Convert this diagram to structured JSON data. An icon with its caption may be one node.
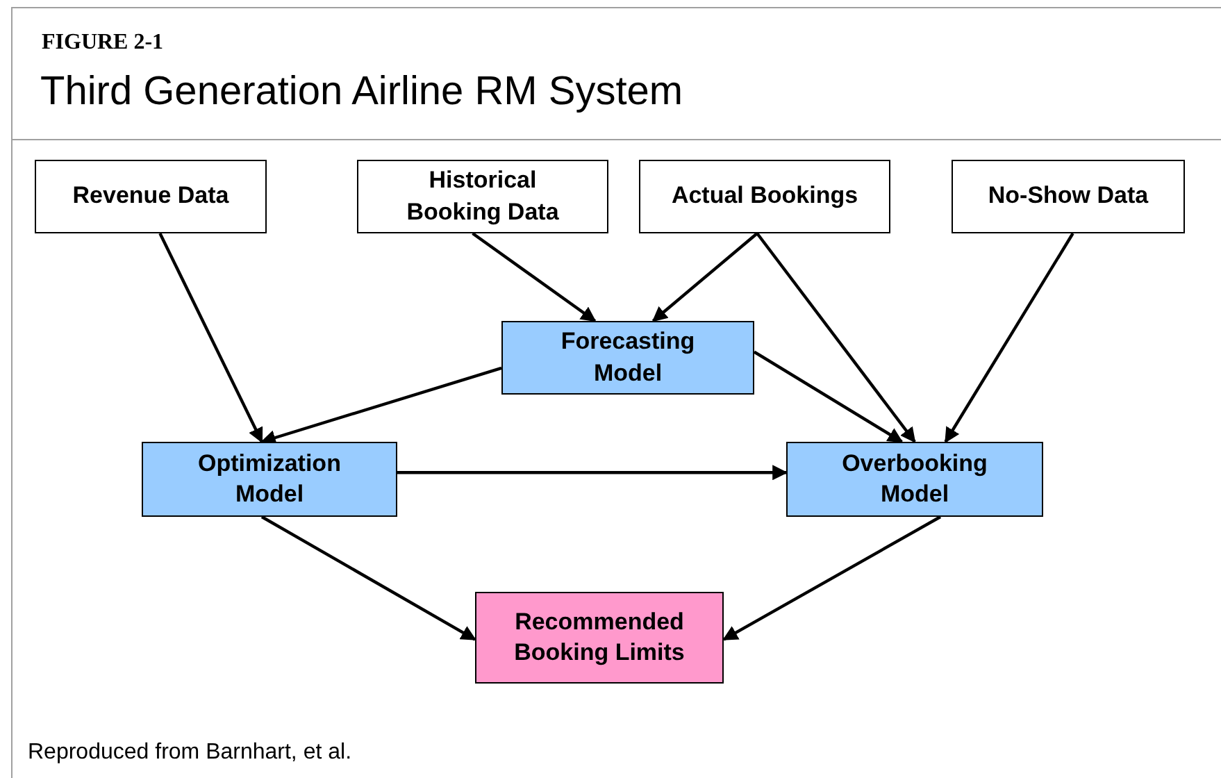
{
  "diagram": {
    "title": "Third Generation Airline RM System",
    "nodes": [
      {
        "text": [
          "Revenue Data"
        ]
      },
      {
        "text": [
          "Historical Booking Data"
        ]
      },
      {
        "text": [
          "Actual Bookings"
        ]
      },
      {
        "text": [
          "No-Show Data"
        ]
      },
      {
        "text": [
          "Forecasting Model"
        ]
      },
      {
        "text": [
          "Optimization Model"
        ]
      },
      {
        "text": [
          "Overbooking Model"
        ]
      },
      {
        "text": [
          "Recommended Booking Limits"
        ]
      }
    ],
    "edges": [
      {
        "from": 0,
        "to": 5,
        "arrow": "to"
      },
      {
        "from": 1,
        "to": 4,
        "arrow": "to"
      },
      {
        "from": 2,
        "to": 4,
        "arrow": "to"
      },
      {
        "from": 2,
        "to": 6,
        "arrow": "to"
      },
      {
        "from": 3,
        "to": 6,
        "arrow": "to"
      },
      {
        "from": 4,
        "to": 5,
        "arrow": "to"
      },
      {
        "from": 4,
        "to": 6,
        "arrow": "to"
      },
      {
        "from": 5,
        "to": 6,
        "arrow": "to"
      },
      {
        "from": 5,
        "to": 7,
        "arrow": "to"
      },
      {
        "from": 6,
        "to": 7,
        "arrow": "to"
      }
    ],
    "labels": [
      "FIGURE 2-1"
    ],
    "caption": "Reproduced from Barnhart, et al."
  }
}
